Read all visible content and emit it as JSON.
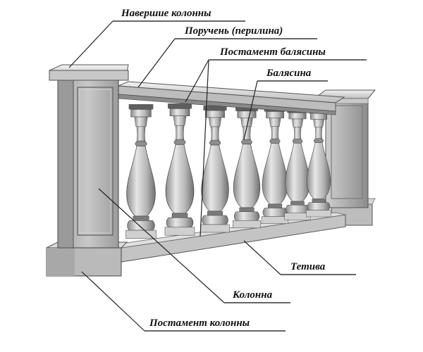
{
  "labels": {
    "capital": "Навершие колонны",
    "handrail": "Поручень (перилина)",
    "baluster_base": "Постамент балясины",
    "baluster": "Балясина",
    "string": "Тетива",
    "column": "Колонна",
    "column_base": "Постамент колонны"
  },
  "colors": {
    "stone_light": "#e2e2e2",
    "stone_mid": "#b8b8b8",
    "stone_dark": "#7a7a7a",
    "ink": "#111111"
  }
}
